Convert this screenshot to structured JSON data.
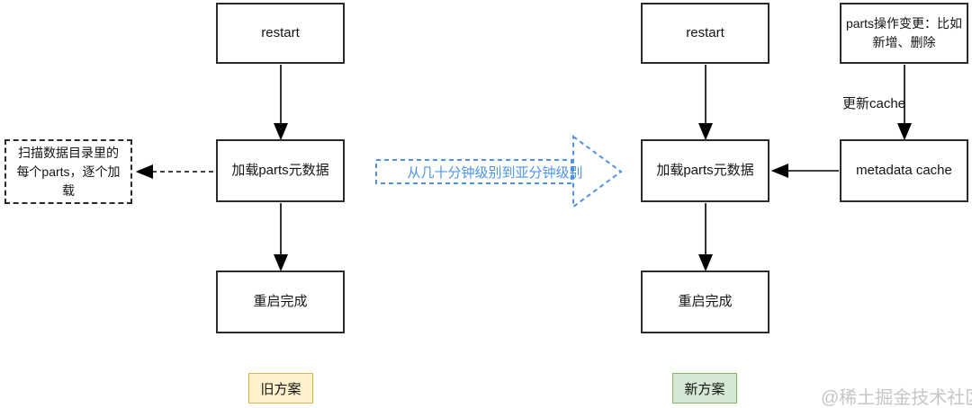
{
  "diagram": {
    "old": {
      "restart": "restart",
      "load_parts": "加载parts元数据",
      "note": "扫描数据目录里的每个parts，逐个加载",
      "done": "重启完成",
      "tag": "旧方案"
    },
    "new": {
      "restart": "restart",
      "parts_ops": "parts操作变更：比如新增、删除",
      "update_cache": "更新cache",
      "metadata_cache": "metadata cache",
      "load_parts": "加载parts元数据",
      "done": "重启完成",
      "tag": "新方案"
    },
    "transition": "从几十分钟级别到亚分钟级别"
  },
  "watermark": "@稀土掘金技术社区",
  "colors": {
    "box_border": "#2b2b2b",
    "arrow": "#000000",
    "transition_blue": "#4d94e8",
    "old_tag_bg": "#fff2cc",
    "old_tag_border": "#d6b656",
    "new_tag_bg": "#d5e8d4",
    "new_tag_border": "#82b366",
    "watermark_gray": "#c6c6c6"
  }
}
